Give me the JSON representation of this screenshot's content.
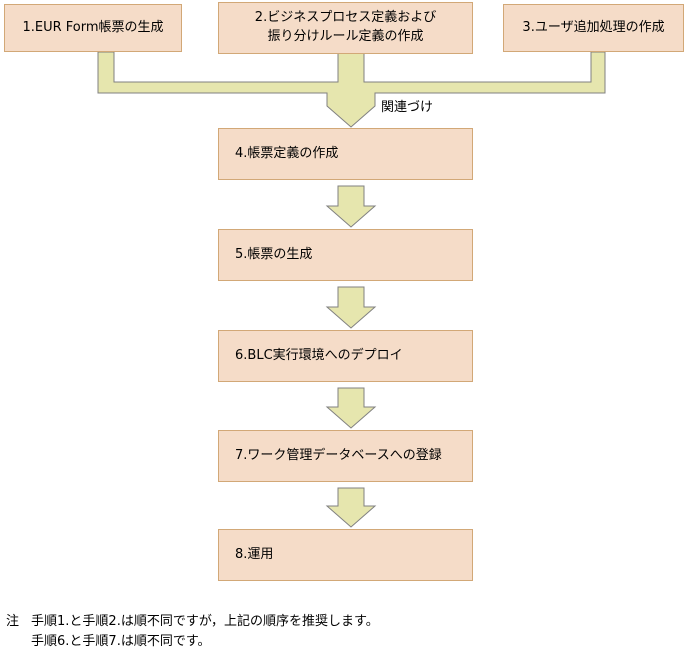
{
  "diagram": {
    "title": "",
    "colors": {
      "box_fill": "#f5dcc8",
      "box_border": "#d2a877",
      "arrow_fill": "#e6e6ae",
      "arrow_border": "#808080",
      "text": "#000000",
      "background": "#ffffff"
    },
    "top_row": [
      {
        "id": "1",
        "label": "1.EUR Form帳票の生成"
      },
      {
        "id": "2",
        "label": "2.ビジネスプロセス定義および\n振り分けルール定義の作成"
      },
      {
        "id": "3",
        "label": "3.ユーザ追加処理の作成"
      }
    ],
    "merge_label": "関連づけ",
    "main_column": [
      {
        "id": "4",
        "label": "4.帳票定義の作成"
      },
      {
        "id": "5",
        "label": "5.帳票の生成"
      },
      {
        "id": "6",
        "label": "6.BLC実行環境へのデプロイ"
      },
      {
        "id": "7",
        "label": "7.ワーク管理データベースへの登録"
      },
      {
        "id": "8",
        "label": "8.運用"
      }
    ],
    "footnote": {
      "marker": "注",
      "lines": [
        "手順1.と手順2.は順不同ですが，上記の順序を推奨します。",
        "手順6.と手順7.は順不同です。"
      ]
    }
  }
}
